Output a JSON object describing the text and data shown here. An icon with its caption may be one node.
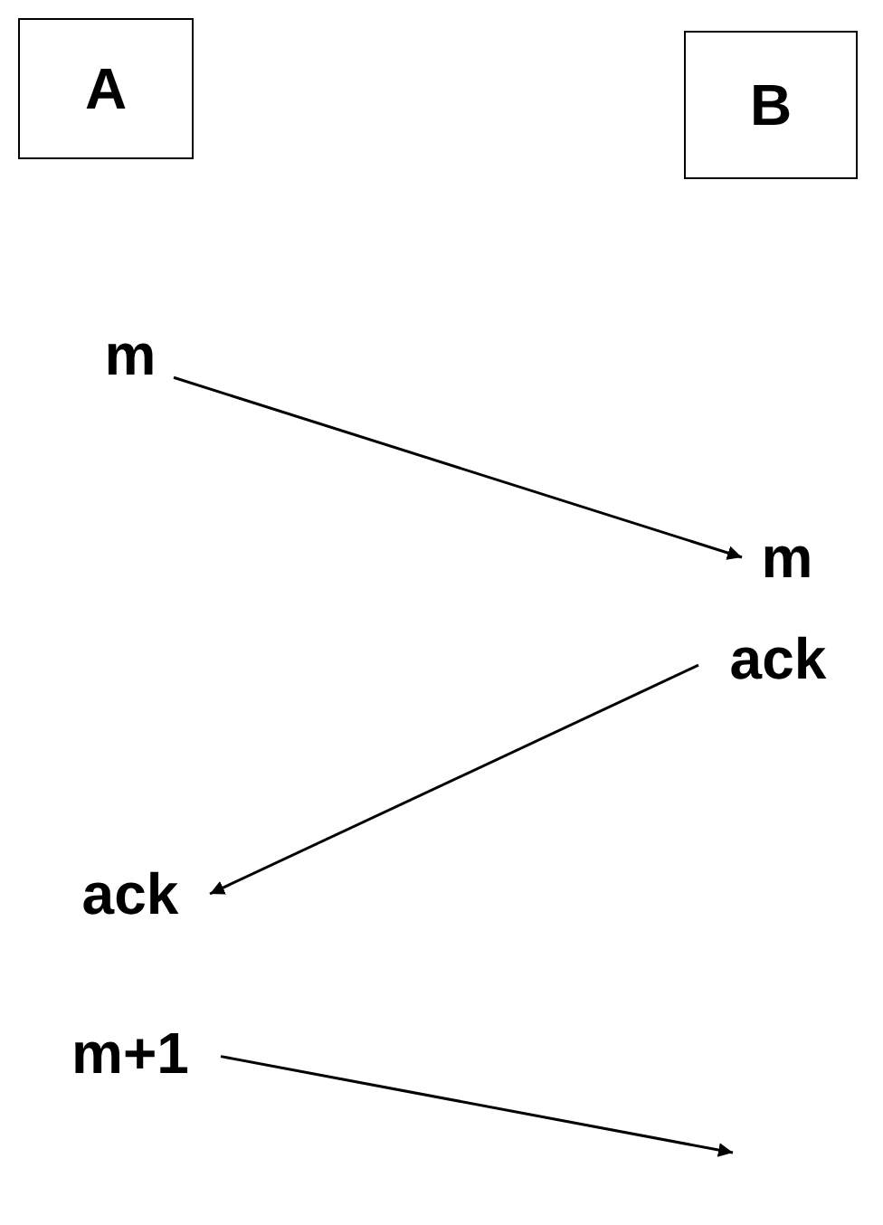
{
  "diagram": {
    "nodes": [
      {
        "text": [
          "A"
        ]
      },
      {
        "text": [
          "B"
        ]
      },
      {
        "text": [
          "m"
        ]
      },
      {
        "text": [
          "m"
        ]
      },
      {
        "text": [
          "ack"
        ]
      },
      {
        "text": [
          "ack"
        ]
      },
      {
        "text": [
          "m+1"
        ]
      }
    ],
    "edges": [
      {
        "from": 2,
        "to": 3,
        "arrow": "to"
      },
      {
        "from": 4,
        "to": 5,
        "arrow": "to"
      },
      {
        "from": 6,
        "to": null,
        "arrow": "to"
      }
    ]
  }
}
